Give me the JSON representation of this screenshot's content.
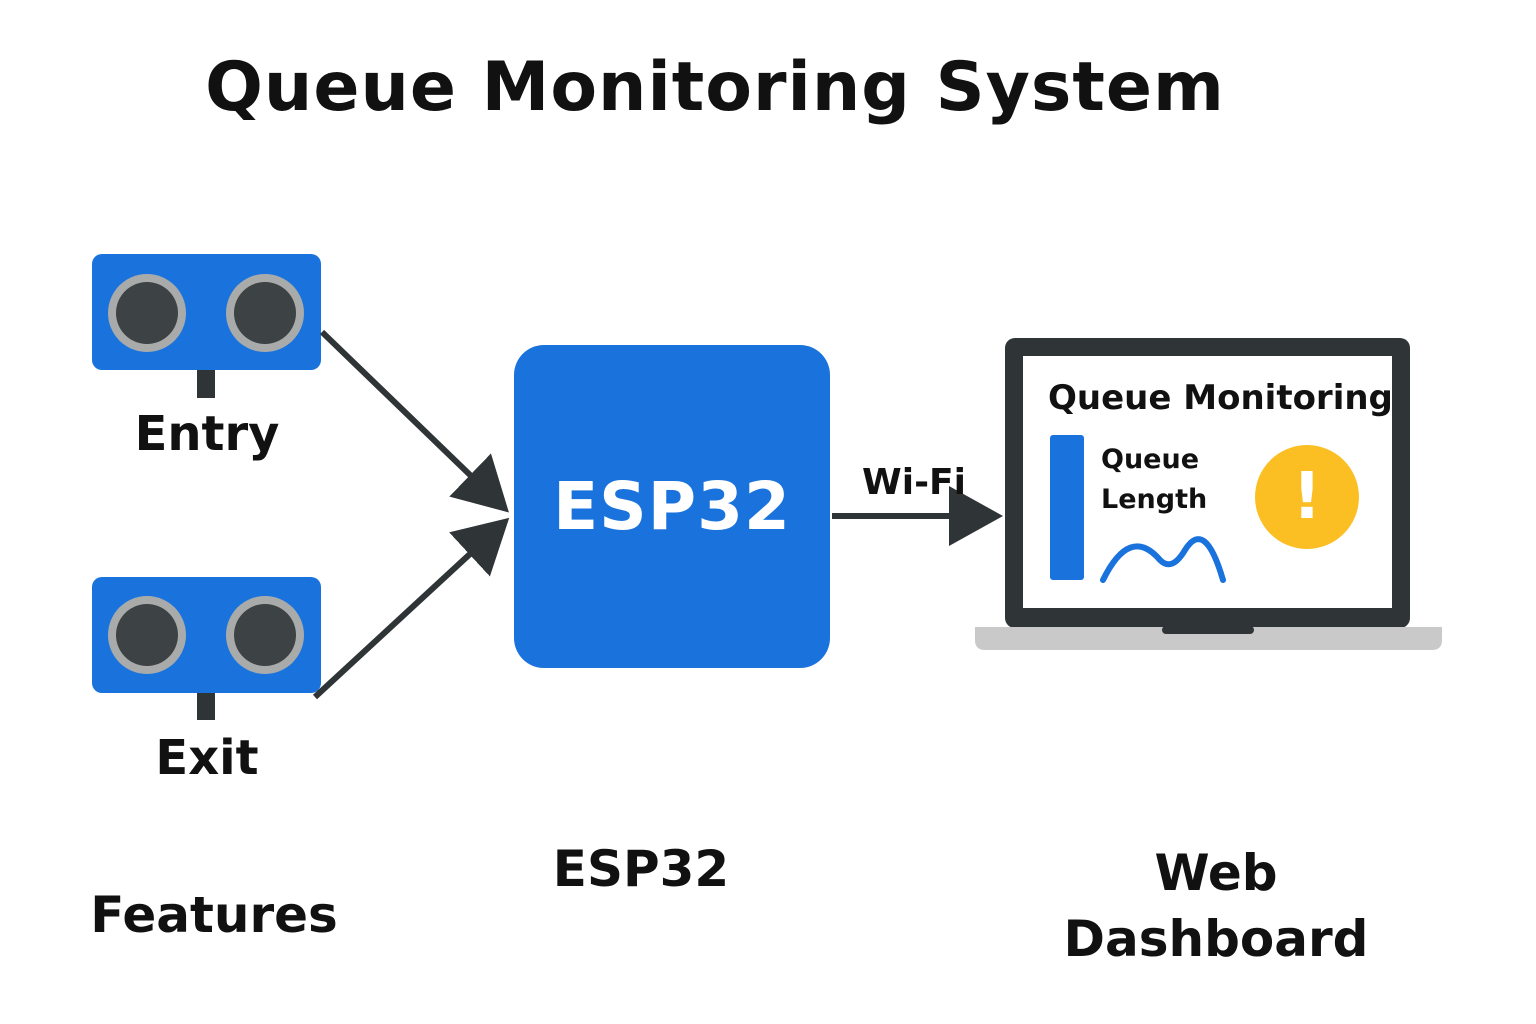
{
  "title": "Queue Monitoring System",
  "sensors": [
    {
      "label": "Entry"
    },
    {
      "label": "Exit"
    }
  ],
  "controller": {
    "label": "ESP32"
  },
  "connection": {
    "label": "Wi-Fi"
  },
  "laptop_screen": {
    "title": "Queue Monitoring",
    "metric_line1": "Queue",
    "metric_line2": "Length",
    "alert_symbol": "!"
  },
  "bottom_labels": {
    "features": "Features",
    "esp32": "ESP32",
    "web_line1": "Web",
    "web_line2": "Dashboard"
  },
  "colors": {
    "blue": "#1a73dc",
    "dark": "#2f3437",
    "sensor_ring": "#a9abab",
    "alert": "#fbbf24",
    "laptop_base": "#c9c9c9"
  },
  "icons": [
    "ultrasonic-sensor-icon",
    "laptop-icon",
    "warning-icon",
    "line-chart-icon"
  ]
}
